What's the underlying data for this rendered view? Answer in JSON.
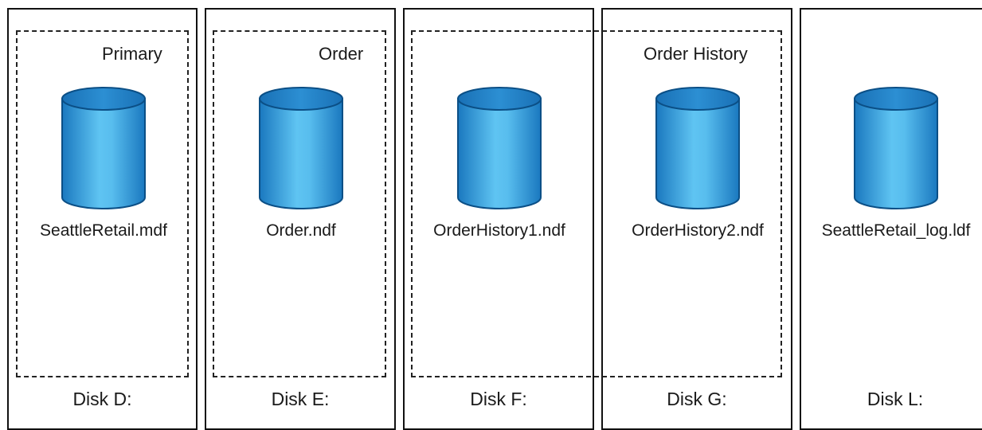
{
  "disks": [
    {
      "label": "Disk D:"
    },
    {
      "label": "Disk E:"
    },
    {
      "label": "Disk F:"
    },
    {
      "label": "Disk G:"
    },
    {
      "label": "Disk L:"
    }
  ],
  "filegroups": [
    {
      "label": "Primary"
    },
    {
      "label": "Order"
    },
    {
      "label": "Order History"
    }
  ],
  "files": [
    {
      "label": "SeattleRetail.mdf"
    },
    {
      "label": "Order.ndf"
    },
    {
      "label": "OrderHistory1.ndf"
    },
    {
      "label": "OrderHistory2.ndf"
    },
    {
      "label": "SeattleRetail_log.ldf"
    }
  ],
  "colors": {
    "cylinder_top": "#1f7fc4",
    "cylinder_body_light": "#5fc4f2",
    "cylinder_body_dark": "#1a78bf",
    "cylinder_outline": "#0b4f86"
  },
  "icons": [
    "database-cylinder-icon"
  ]
}
